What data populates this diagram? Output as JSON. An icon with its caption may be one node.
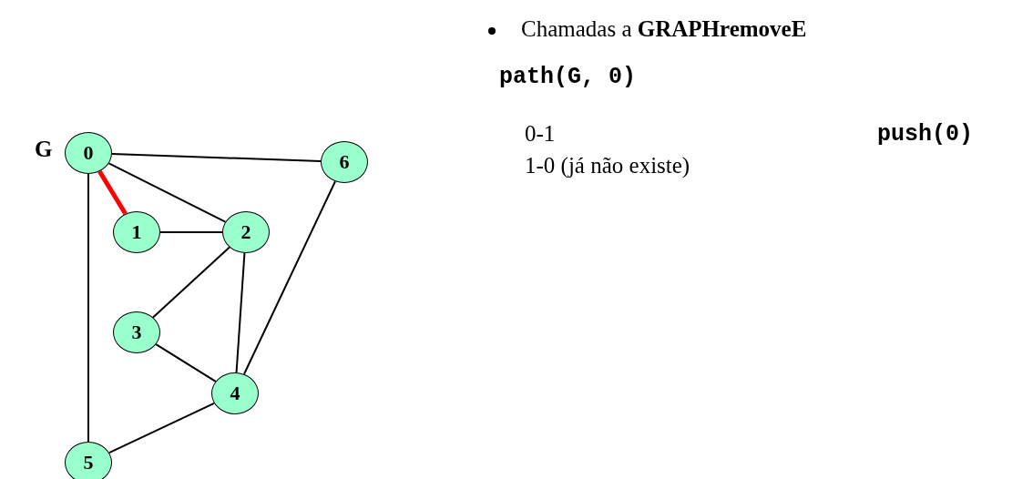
{
  "diagram": {
    "nodes": [
      {
        "text": [
          "0"
        ]
      },
      {
        "text": [
          "1"
        ]
      },
      {
        "text": [
          "2"
        ]
      },
      {
        "text": [
          "3"
        ]
      },
      {
        "text": [
          "4"
        ]
      },
      {
        "text": [
          "5"
        ]
      },
      {
        "text": [
          "6"
        ]
      }
    ],
    "edges": [
      {
        "from": 0,
        "to": 6,
        "arrow": "none"
      },
      {
        "from": 0,
        "to": 1,
        "arrow": "none",
        "style": "thick",
        "color": "#ff0000"
      },
      {
        "from": 0,
        "to": 2,
        "arrow": "none"
      },
      {
        "from": 0,
        "to": 5,
        "arrow": "none"
      },
      {
        "from": 1,
        "to": 2,
        "arrow": "none"
      },
      {
        "from": 2,
        "to": 3,
        "arrow": "none"
      },
      {
        "from": 2,
        "to": 4,
        "arrow": "none"
      },
      {
        "from": 6,
        "to": 4,
        "arrow": "none"
      },
      {
        "from": 3,
        "to": 4,
        "arrow": "none"
      },
      {
        "from": 4,
        "to": 5,
        "arrow": "none"
      }
    ],
    "labels": [
      "G",
      "Chamadas a **GRAPHremoveE**",
      "path(G, 0)",
      "0-1",
      "push(0)",
      "1-0 (já não existe)"
    ]
  }
}
